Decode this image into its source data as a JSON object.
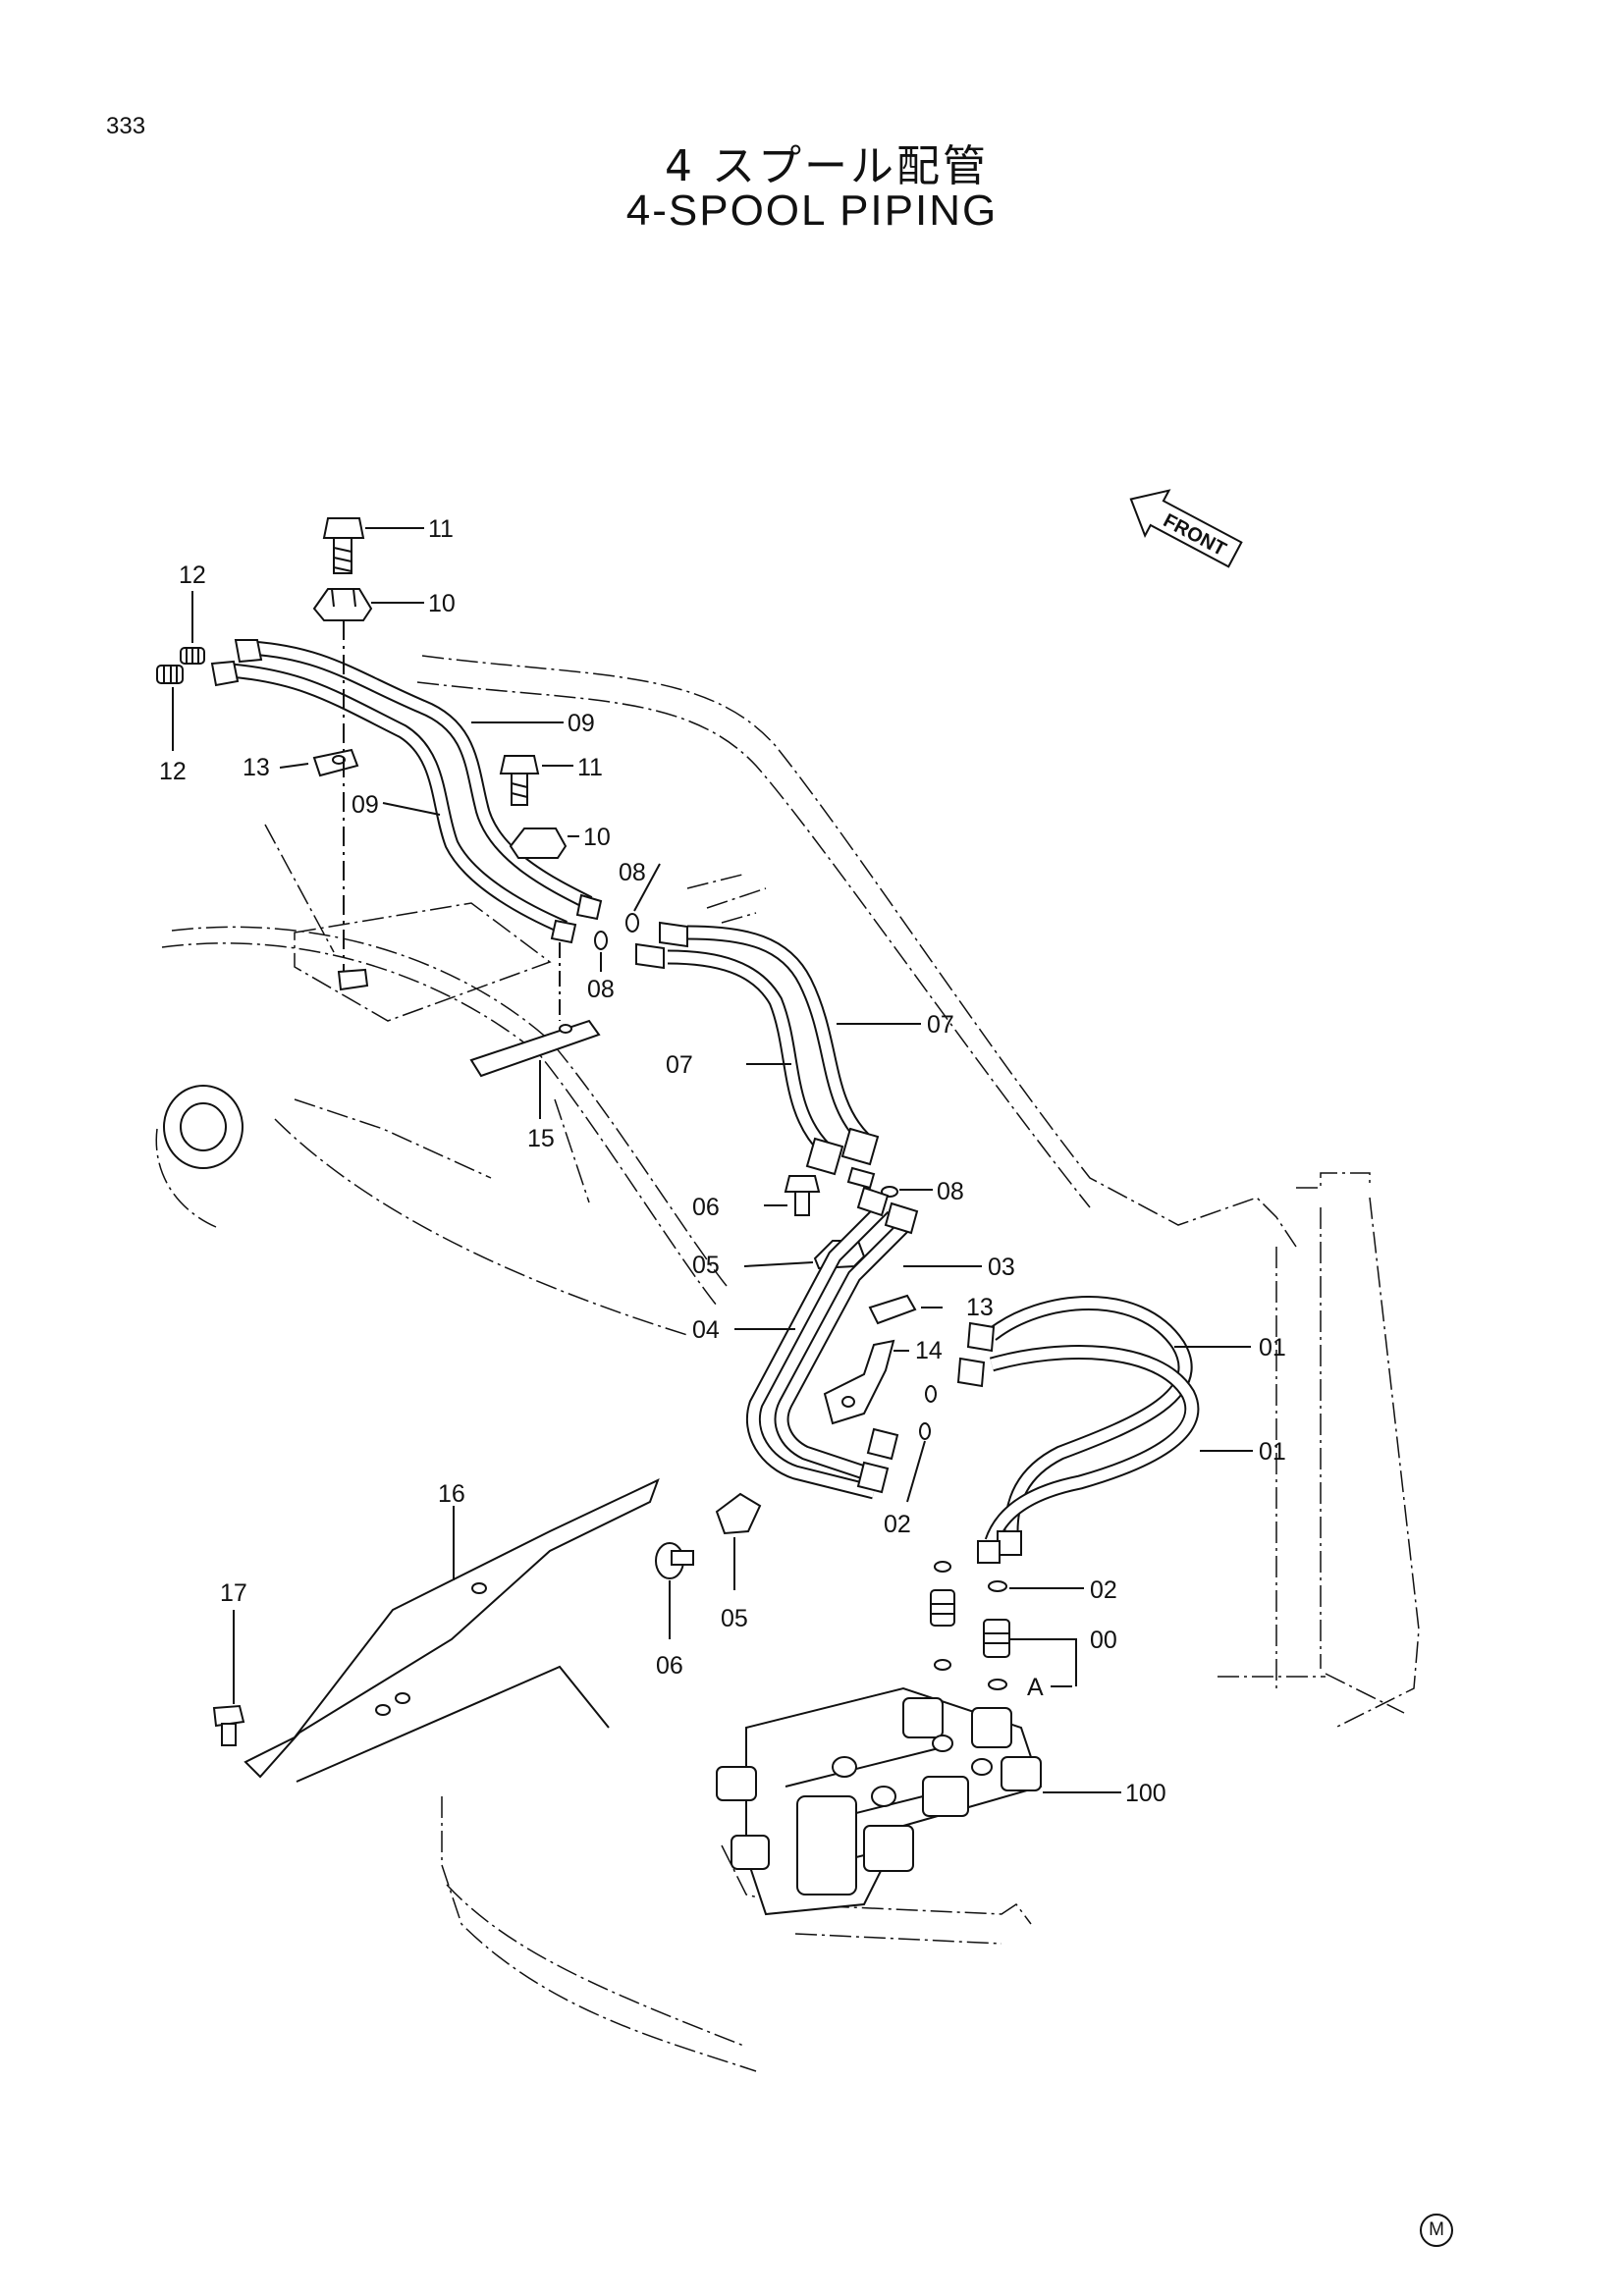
{
  "page": {
    "number": "333",
    "title_jp": "4 スプール配管",
    "title_en": "4-SPOOL PIPING",
    "mark": "M"
  },
  "front_arrow": {
    "label": "FRONT"
  },
  "callouts": {
    "c11a": "11",
    "c10a": "10",
    "c12a": "12",
    "c12b": "12",
    "c09a": "09",
    "c13a": "13",
    "c09b": "09",
    "c11b": "11",
    "c10b": "10",
    "c08a": "08",
    "c08b": "08",
    "c07a": "07",
    "c07b": "07",
    "c15": "15",
    "c08c": "08",
    "c06a": "06",
    "c05a": "05",
    "c03": "03",
    "c13b": "13",
    "c04": "04",
    "c14": "14",
    "c01a": "01",
    "c01b": "01",
    "c02a": "02",
    "c16": "16",
    "c17": "17",
    "c02b": "02",
    "c05b": "05",
    "c00": "00",
    "c06b": "06",
    "cA": "A",
    "c100": "100"
  }
}
